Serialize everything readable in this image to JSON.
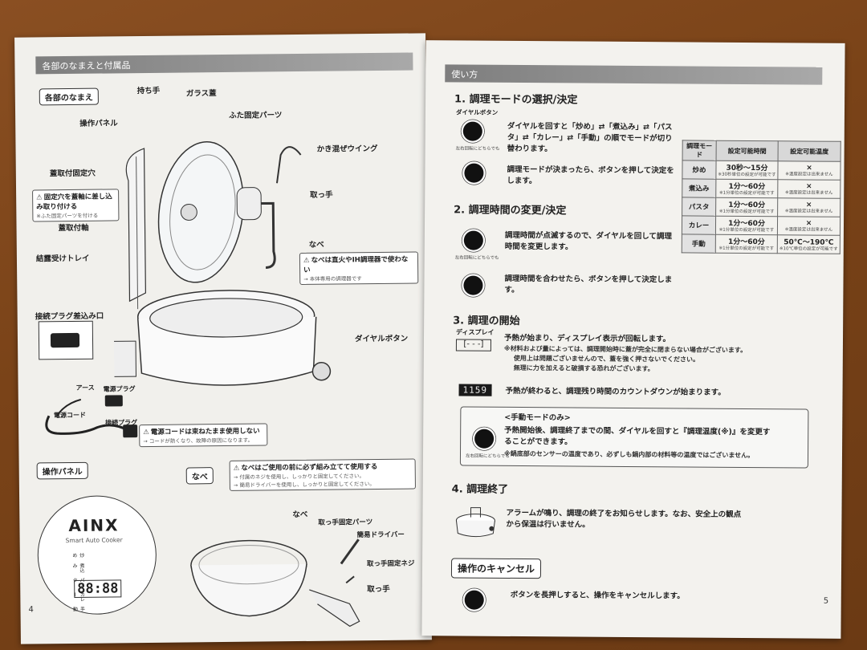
{
  "left_page": {
    "section_title": "各部のなまえと付属品",
    "parts_label": "各部のなまえ",
    "labels": {
      "handle_top": "持ち手",
      "glass_lid": "ガラス蓋",
      "control_panel": "操作パネル",
      "lid_fix_part": "ふた固定パーツ",
      "stir_wing": "かき混ぜウイング",
      "lid_hole": "蓋取付固定穴",
      "handle": "取っ手",
      "lid_shaft": "蓋取付軸",
      "pot": "なべ",
      "tray": "結露受けトレイ",
      "plug_slot": "接続プラグ差込み口",
      "dial_button": "ダイヤルボタン",
      "earth": "アース",
      "power_plug": "電源プラグ",
      "power_cord": "電源コード",
      "conn_plug": "接続プラグ",
      "pot2": "なべ",
      "handle_fix_part": "取っ手固定パーツ",
      "driver": "簡易ドライバー",
      "handle_screw": "取っ手固定ネジ",
      "handle2": "取っ手"
    },
    "lid_warning": {
      "title": "固定穴を蓋軸に差し込み取り付ける",
      "sub": "※ふた固定パーツを付ける"
    },
    "pot_warning": {
      "title": "なべは直火やIH調理器で使わない",
      "sub": "→ 本体専用の調理器です"
    },
    "cord_warning": {
      "title": "電源コードは束ねたまま使用しない",
      "sub": "→ コードが熱くなり、故障の原因になります。"
    },
    "assembly_warning": {
      "title": "なべはご使用の前に必ず組み立てて使用する",
      "sub1": "→ 付属のネジを使用し、しっかりと固定してください。",
      "sub2": "→ 簡易ドライバーを使用し、しっかりと固定してください。"
    },
    "panel_label": "操作パネル",
    "pot_label": "なべ",
    "brand": "AINX",
    "brand_sub": "Smart Auto Cooker",
    "panel_modes": [
      "炒め",
      "煮込み",
      "パスタ",
      "カレー",
      "手動"
    ],
    "panel_display": "88:88",
    "page_number": "4"
  },
  "right_page": {
    "section_title": "使い方",
    "step1": {
      "title": "1.  調理モードの選択/決定",
      "dial_label": "ダイヤルボタン",
      "dial_caption": "左右回転にどちらでも",
      "text1": "ダイヤルを回すと「炒め」⇄「煮込み」⇄「パスタ」⇄「カレー」⇄「手動」の順でモードが切り替わります。",
      "text2": "調理モードが決まったら、ボタンを押して決定をします。"
    },
    "step2": {
      "title": "2.  調理時間の変更/決定",
      "dial_caption": "左右回転にどちらでも",
      "text1": "調理時間が点滅するので、ダイヤルを回して調理時間を変更します。",
      "text2": "調理時間を合わせたら、ボタンを押して決定します。"
    },
    "step3": {
      "title": "3.  調理の開始",
      "display_label": "ディスプレイ",
      "display_empty": "[- - -]",
      "text1": "予熱が始まり、ディスプレイ表示が回転します。",
      "note1": "※材料および量によっては、調理開始時に蓋が完全に閉まらない場合がございます。",
      "note2": "使用上は問題ございませんので、蓋を強く押さないでください。",
      "note3": "無理に力を加えると破損する恐れがございます。",
      "lcd": "1159",
      "text2": "予熱が終わると、調理残り時間のカウントダウンが始まります。"
    },
    "manual": {
      "title": "<手動モードのみ>",
      "dial_caption": "左右回転にどちらでも",
      "text": "予熱開始後、調理終了までの間、ダイヤルを回すと『調理温度(※)』を変更することができます。",
      "note": "※鍋底部のセンサーの温度であり、必ずしも鍋内部の材料等の温度ではございません。"
    },
    "step4": {
      "title": "4.  調理終了",
      "text": "アラームが鳴り、調理の終了をお知らせします。なお、安全上の観点から保温は行いません。"
    },
    "cancel": {
      "title": "操作のキャンセル",
      "text": "ボタンを長押しすると、操作をキャンセルします。"
    },
    "table": {
      "headers": [
        "調理モード",
        "設定可能時間",
        "設定可能温度"
      ],
      "rows": [
        {
          "mode": "炒め",
          "time": "30秒〜15分",
          "time_note": "※30秒単位の設定が可能です",
          "temp": "×",
          "temp_note": "※温度設定は出来ません"
        },
        {
          "mode": "煮込み",
          "time": "1分〜60分",
          "time_note": "※1分単位の設定が可能です",
          "temp": "×",
          "temp_note": "※温度設定は出来ません"
        },
        {
          "mode": "パスタ",
          "time": "1分〜60分",
          "time_note": "※1分単位の設定が可能です",
          "temp": "×",
          "temp_note": "※温度設定は出来ません"
        },
        {
          "mode": "カレー",
          "time": "1分〜60分",
          "time_note": "※1分単位の設定が可能です",
          "temp": "×",
          "temp_note": "※温度設定は出来ません"
        },
        {
          "mode": "手動",
          "time": "1分〜60分",
          "time_note": "※1分単位の設定が可能です",
          "temp": "50℃〜190℃",
          "temp_note": "※10℃単位の設定が可能です"
        }
      ]
    },
    "page_number": "5"
  }
}
